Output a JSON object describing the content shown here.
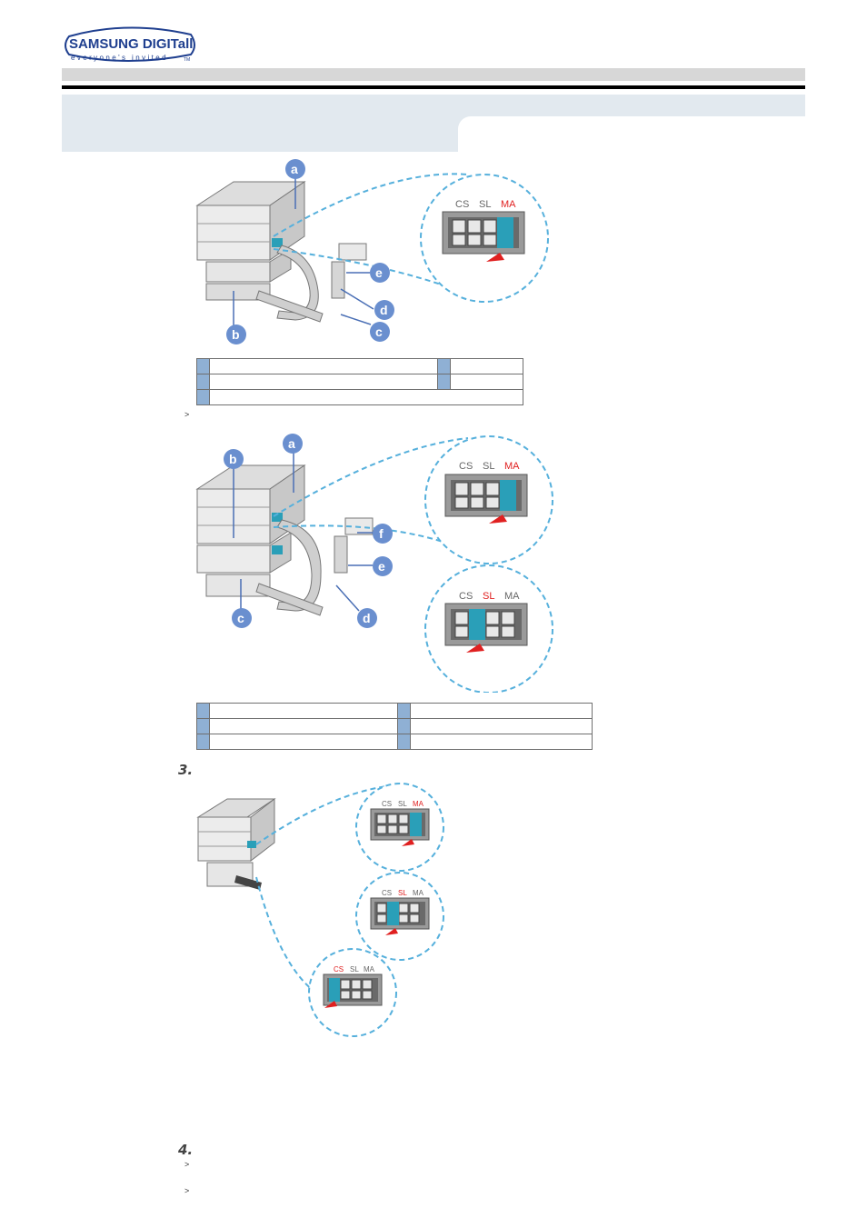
{
  "header": {
    "brand": "SAMSUNG DIGITall",
    "tagline": "everyone's invited",
    "tm": "TM"
  },
  "figure1": {
    "callouts": [
      "a",
      "b",
      "c",
      "d",
      "e"
    ],
    "jumper_labels": [
      "CS",
      "SL",
      "MA"
    ],
    "active_jumper": "MA"
  },
  "figure2": {
    "callouts": [
      "a",
      "b",
      "c",
      "d",
      "e",
      "f"
    ],
    "jumper_top": {
      "labels": [
        "CS",
        "SL",
        "MA"
      ],
      "active": "MA"
    },
    "jumper_bottom": {
      "labels": [
        "CS",
        "SL",
        "MA"
      ],
      "active": "SL"
    }
  },
  "figure3": {
    "jumper_1": {
      "labels": [
        "CS",
        "SL",
        "MA"
      ],
      "active": "MA"
    },
    "jumper_2": {
      "labels": [
        "CS",
        "SL",
        "MA"
      ],
      "active": "SL"
    },
    "jumper_3": {
      "labels": [
        "CS",
        "SL",
        "MA"
      ],
      "active": "CS"
    }
  },
  "steps": {
    "step3": "3.",
    "step4": "4."
  },
  "marks": {
    "arrow": "˃"
  },
  "colors": {
    "accent_blue": "#4a6fb5",
    "jumper_active": "#e02020",
    "connector_teal": "#2a9fb8",
    "title_band": "#e2e9ef"
  }
}
